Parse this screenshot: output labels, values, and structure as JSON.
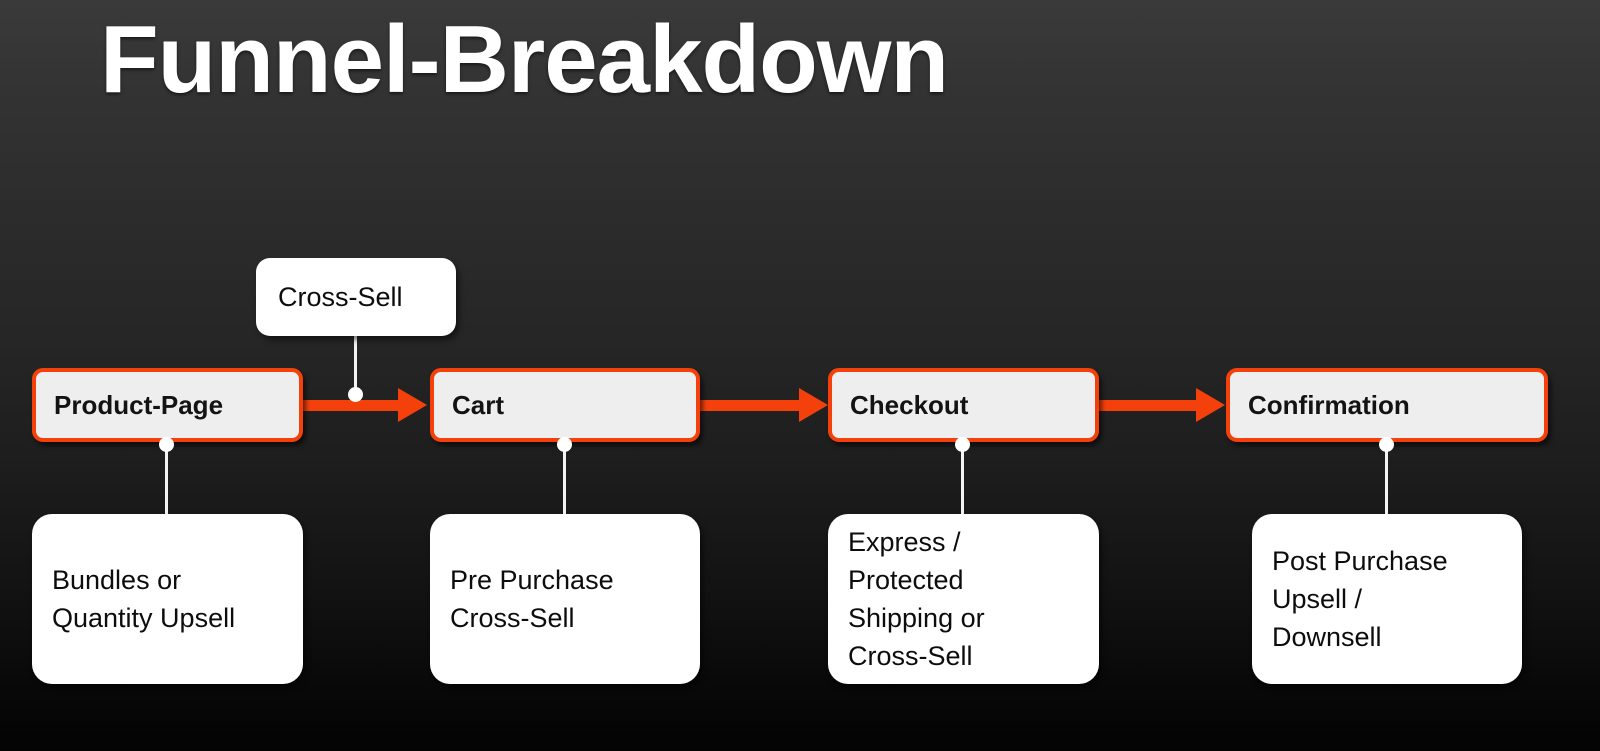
{
  "page": {
    "title": "Funnel-Breakdown",
    "background_top_color": "#3a3a3a",
    "background_bottom_color": "#030303"
  },
  "theme": {
    "accent_color": "#f4410c",
    "stage_fill": "#eeeeee",
    "callout_fill": "#ffffff",
    "text_color": "#0d0d0d",
    "title_color": "#ffffff"
  },
  "flow": {
    "stages": [
      {
        "id": "product-page",
        "label": "Product-Page"
      },
      {
        "id": "cart",
        "label": "Cart"
      },
      {
        "id": "checkout",
        "label": "Checkout"
      },
      {
        "id": "confirmation",
        "label": "Confirmation"
      }
    ],
    "arrows": [
      {
        "id": "product-page-to-cart",
        "from": "product-page",
        "to": "cart"
      },
      {
        "id": "cart-to-checkout",
        "from": "cart",
        "to": "checkout"
      },
      {
        "id": "checkout-to-confirmation",
        "from": "checkout",
        "to": "confirmation"
      }
    ]
  },
  "callouts": {
    "top": [
      {
        "id": "cross-sell-transition",
        "label": "Cross-Sell",
        "attached_to": "product-page-to-cart"
      }
    ],
    "bottom": [
      {
        "id": "product-page-note",
        "label": "Bundles or\nQuantity Upsell",
        "attached_to": "product-page"
      },
      {
        "id": "cart-note",
        "label": "Pre Purchase\nCross-Sell",
        "attached_to": "cart"
      },
      {
        "id": "checkout-note",
        "label": "Express /\nProtected\nShipping or\nCross-Sell",
        "attached_to": "checkout"
      },
      {
        "id": "confirmation-note",
        "label": "Post Purchase\nUpsell /\nDownsell",
        "attached_to": "confirmation"
      }
    ]
  }
}
